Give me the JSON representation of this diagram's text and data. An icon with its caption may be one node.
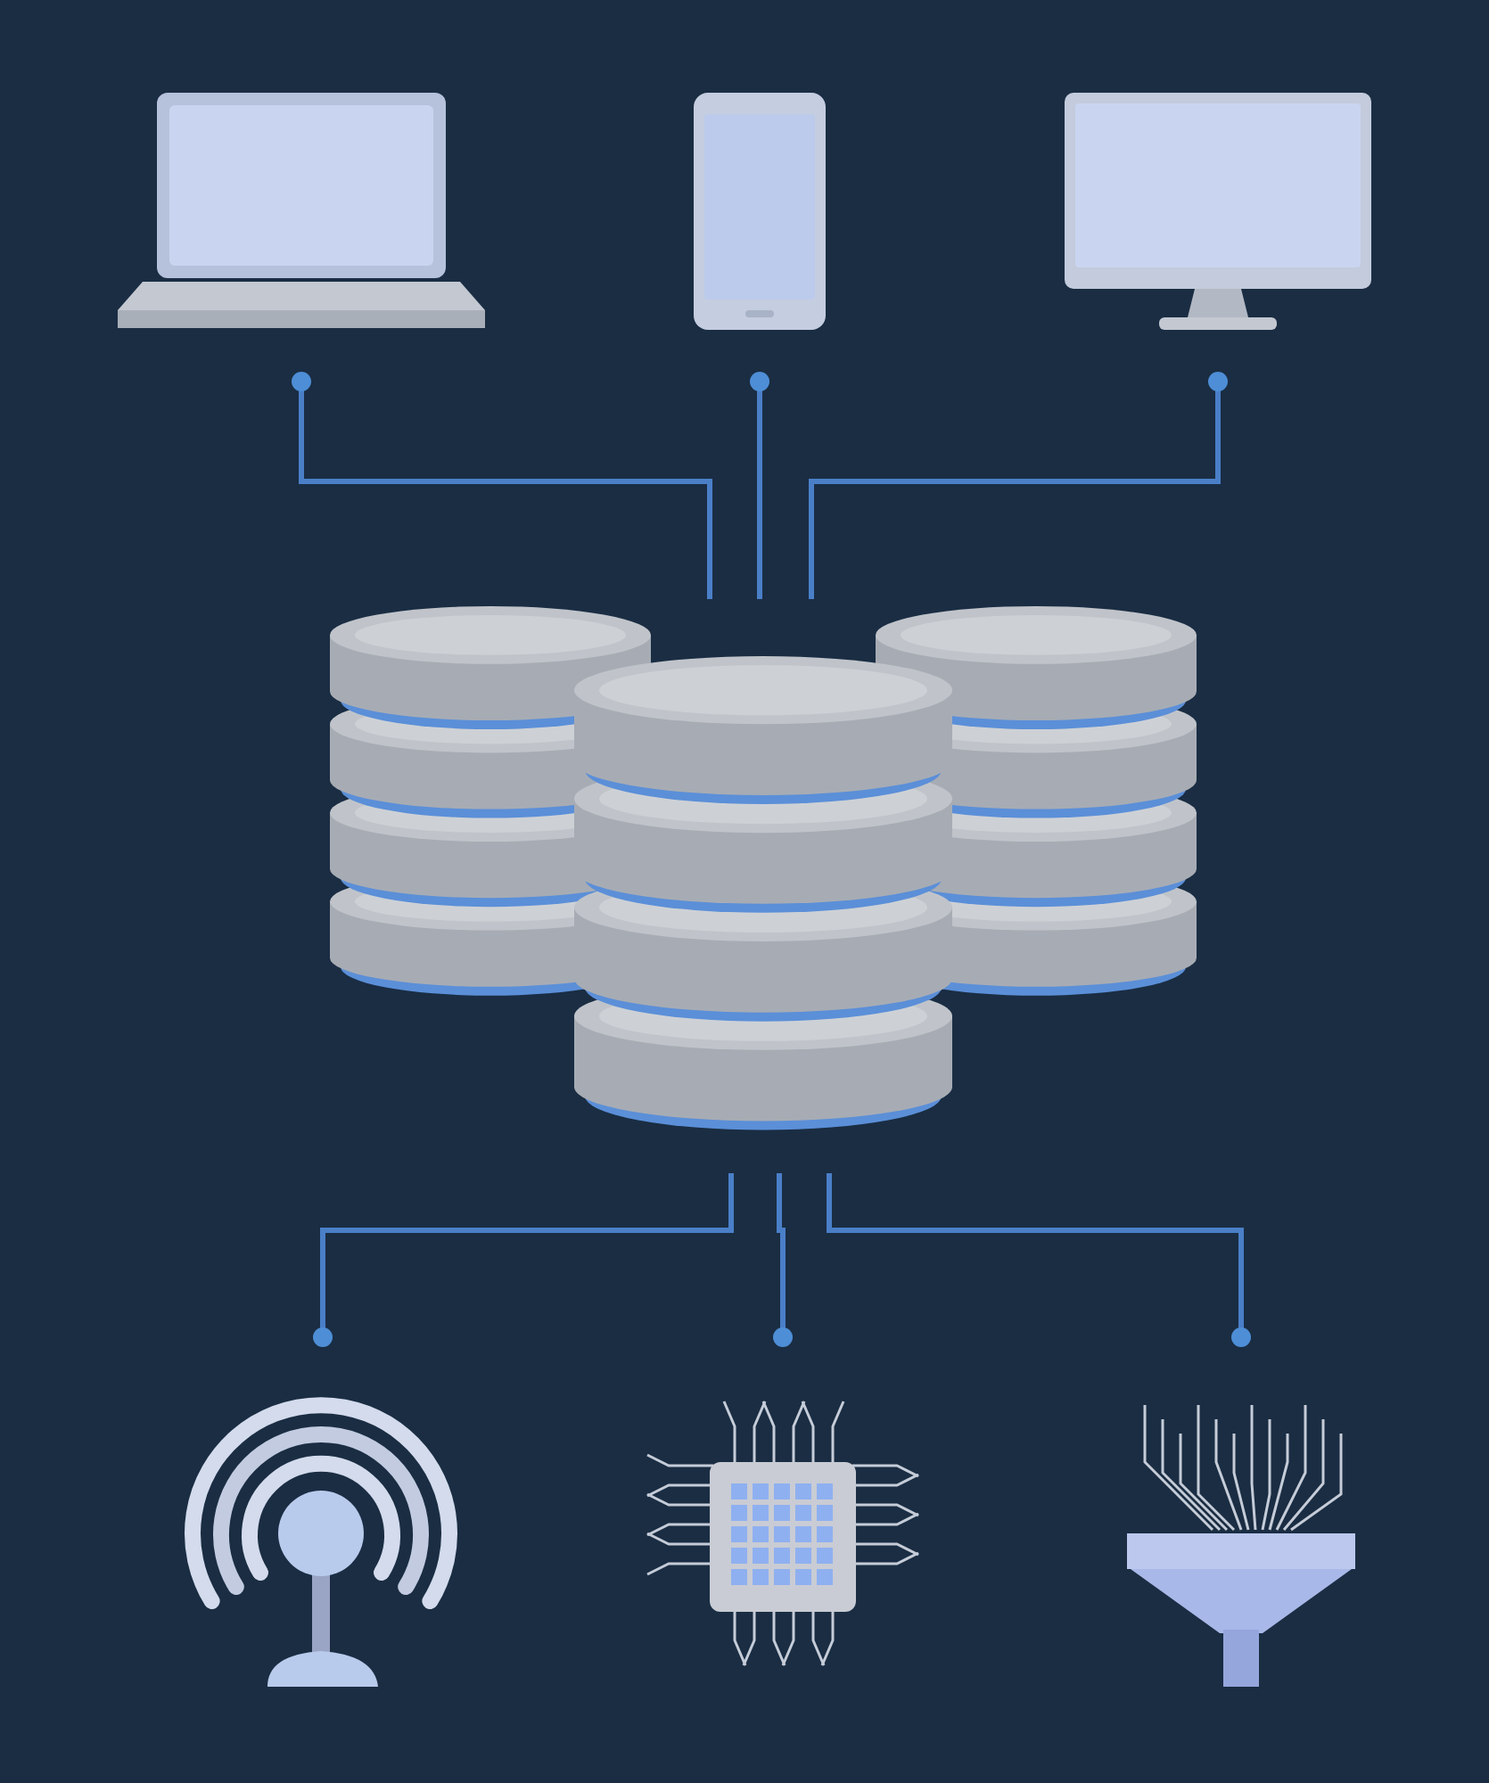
{
  "diagram": {
    "nodes": [
      {
        "text": [],
        "shape": "picture"
      },
      {
        "text": [],
        "shape": "picture"
      },
      {
        "text": [],
        "shape": "picture"
      },
      {
        "text": [],
        "shape": "cylinder"
      },
      {
        "text": [],
        "shape": "picture"
      },
      {
        "text": [],
        "shape": "picture"
      },
      {
        "text": [],
        "shape": "picture"
      }
    ],
    "edges": [
      {
        "from": 3,
        "to": 0,
        "arrow": "other"
      },
      {
        "from": 3,
        "to": 1,
        "arrow": "other"
      },
      {
        "from": 3,
        "to": 2,
        "arrow": "other"
      },
      {
        "from": 3,
        "to": 4,
        "arrow": "other"
      },
      {
        "from": 3,
        "to": 5,
        "arrow": "other"
      },
      {
        "from": 3,
        "to": 6,
        "arrow": "other"
      }
    ]
  }
}
